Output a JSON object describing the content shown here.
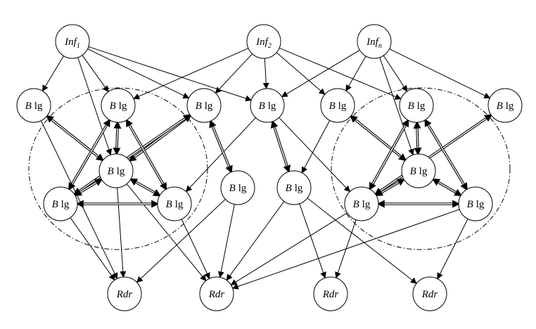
{
  "labels": {
    "inf_1_main": "Inf",
    "inf_1_sub": "1",
    "inf_2_main": "Inf",
    "inf_2_sub": "2",
    "inf_n_main": "Inf",
    "inf_n_sub": "n",
    "blog_b": "B",
    "blog_rest": "lg",
    "reader": "Rdr"
  },
  "colors": {
    "stroke": "#000000",
    "background": "#ffffff"
  }
}
